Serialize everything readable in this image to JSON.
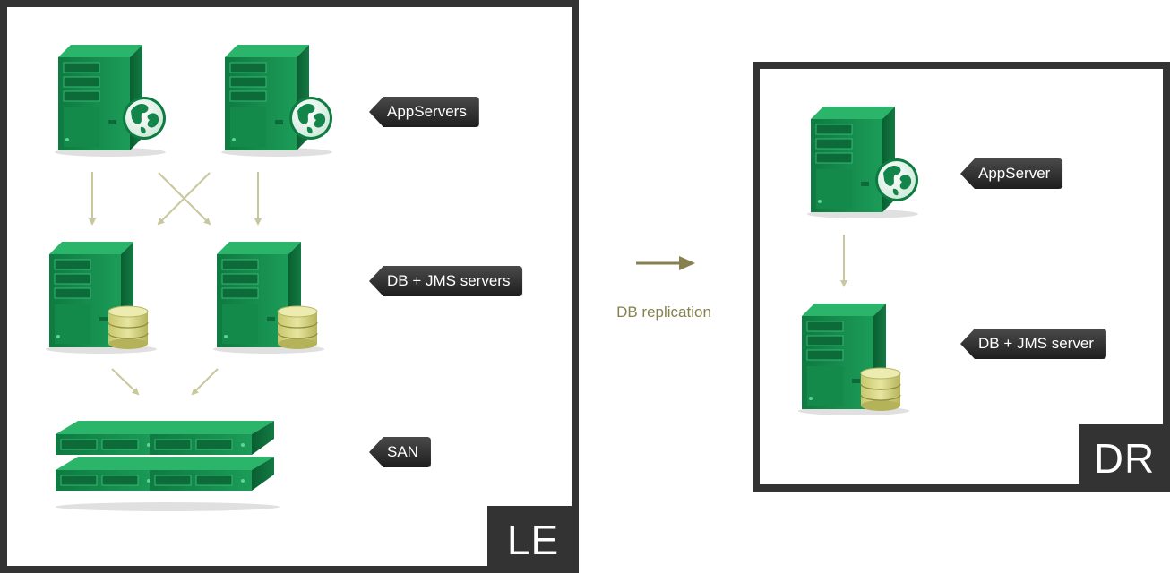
{
  "sites": {
    "le": {
      "label": "LE"
    },
    "dr": {
      "label": "DR"
    }
  },
  "labels": {
    "appservers": "AppServers",
    "db_jms_servers": "DB + JMS servers",
    "san": "SAN",
    "appserver": "AppServer",
    "db_jms_server": "DB + JMS server"
  },
  "replication": {
    "label": "DB replication"
  },
  "icons": {
    "app_server": "server-globe-icon",
    "db_server": "server-database-icon",
    "storage": "storage-array-icon"
  },
  "colors": {
    "server_green": "#1a9a55",
    "server_dark": "#0d6e39",
    "frame": "#333333",
    "arrow_light": "#c9c79e",
    "arrow_dark": "#86814f",
    "db_yellow": "#d8d78a"
  }
}
